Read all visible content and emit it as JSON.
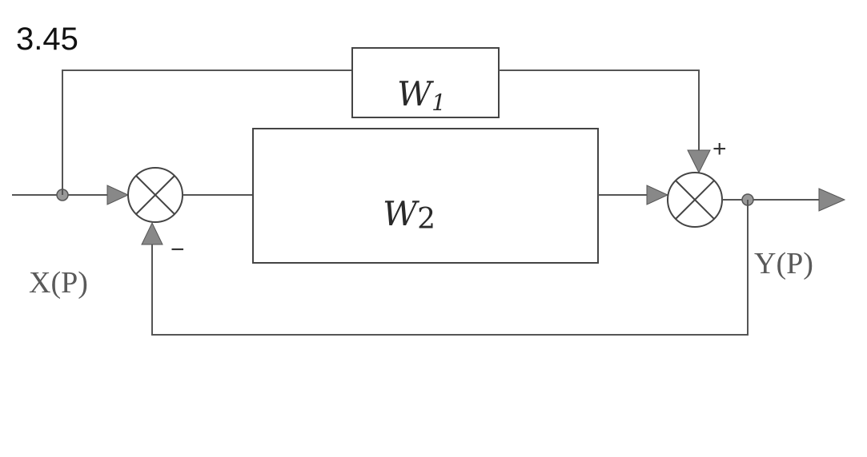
{
  "figure": {
    "number": "3.45"
  },
  "signals": {
    "input": "X(P)",
    "output": "Y(P)"
  },
  "blocks": {
    "w1": {
      "label": "W",
      "subscript": "1"
    },
    "w2": {
      "label": "W",
      "subscript": "2"
    }
  },
  "junctions": {
    "left": {
      "feedback_sign": "−"
    },
    "right": {
      "feedforward_sign": "+"
    }
  },
  "colors": {
    "line": "#555555",
    "arrow_fill": "#888888",
    "io_text": "#5a5a5a"
  }
}
